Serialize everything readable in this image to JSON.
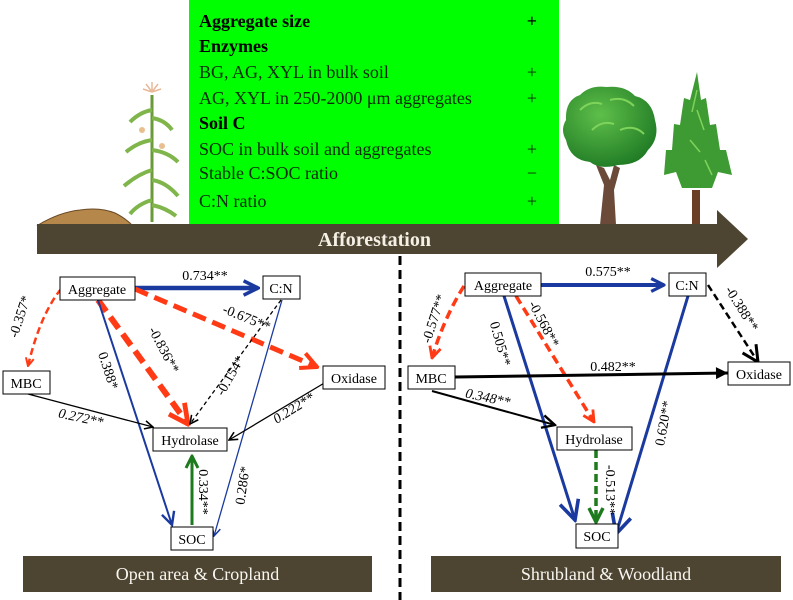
{
  "header_box": {
    "lines": [
      {
        "text": "Aggregate size",
        "sign": "+",
        "bold": true
      },
      {
        "text": "Enzymes",
        "sign": "",
        "bold": true
      },
      {
        "text": "BG, AG, XYL  in bulk soil",
        "sign": "+",
        "bold": false
      },
      {
        "text": "AG, XYL  in 250-2000 μm aggregates",
        "sign": "+",
        "bold": false
      },
      {
        "text": "Soil C",
        "sign": "",
        "bold": true
      },
      {
        "text": "SOC in bulk soil and aggregates",
        "sign": "+",
        "bold": false
      },
      {
        "text": "Stable  C:SOC ratio",
        "sign": "−",
        "bold": false
      },
      {
        "text": "C:N ratio",
        "sign": "+",
        "bold": false
      }
    ]
  },
  "banner": {
    "label": "Afforestation"
  },
  "colors": {
    "positive": "#1a3aa0",
    "negative": "#ff3a14",
    "neutral": "#000000",
    "green_path": "#1d7a1d",
    "banner": "#4d4431",
    "box_bg": "#00ff00"
  },
  "panels": {
    "left": {
      "label": "Open area & Cropland",
      "nodes": {
        "aggregate": "Aggregate",
        "cn": "C:N",
        "mbc": "MBC",
        "oxidase": "Oxidase",
        "hydrolase": "Hydrolase",
        "soc": "SOC"
      },
      "paths": [
        {
          "from": "Aggregate",
          "to": "C:N",
          "coef": "0.734**",
          "sign": "positive",
          "style": "solid"
        },
        {
          "from": "Aggregate",
          "to": "MBC",
          "coef": "-0.357*",
          "sign": "negative",
          "style": "dashed"
        },
        {
          "from": "Aggregate",
          "to": "Hydrolase",
          "coef": "-0.836**",
          "sign": "negative",
          "style": "dashed"
        },
        {
          "from": "Aggregate",
          "to": "Oxidase",
          "coef": "-0.675**",
          "sign": "negative",
          "style": "dashed"
        },
        {
          "from": "Aggregate",
          "to": "SOC",
          "coef": "0.388*",
          "sign": "positive",
          "style": "solid"
        },
        {
          "from": "C:N",
          "to": "Hydrolase",
          "coef": "-0.154*",
          "sign": "neutral",
          "style": "dashed"
        },
        {
          "from": "C:N",
          "to": "SOC",
          "coef": "0.286*",
          "sign": "positive",
          "style": "solid"
        },
        {
          "from": "MBC",
          "to": "Hydrolase",
          "coef": "0.272**",
          "sign": "neutral",
          "style": "solid"
        },
        {
          "from": "Oxidase",
          "to": "Hydrolase",
          "coef": "0.222**",
          "sign": "neutral",
          "style": "solid"
        },
        {
          "from": "SOC",
          "to": "Hydrolase",
          "coef": "0.334**",
          "sign": "green",
          "style": "solid"
        }
      ]
    },
    "right": {
      "label": "Shrubland  & Woodland",
      "nodes": {
        "aggregate": "Aggregate",
        "cn": "C:N",
        "mbc": "MBC",
        "oxidase": "Oxidase",
        "hydrolase": "Hydrolase",
        "soc": "SOC"
      },
      "paths": [
        {
          "from": "Aggregate",
          "to": "C:N",
          "coef": "0.575**",
          "sign": "positive",
          "style": "solid"
        },
        {
          "from": "Aggregate",
          "to": "MBC",
          "coef": "-0.577**",
          "sign": "negative",
          "style": "dashed"
        },
        {
          "from": "Aggregate",
          "to": "Hydrolase",
          "coef": "-0.568**",
          "sign": "negative",
          "style": "dashed"
        },
        {
          "from": "Aggregate",
          "to": "SOC",
          "coef": "0.505**",
          "sign": "positive",
          "style": "solid"
        },
        {
          "from": "C:N",
          "to": "Oxidase",
          "coef": "-0.388**",
          "sign": "neutral",
          "style": "dashed"
        },
        {
          "from": "C:N",
          "to": "SOC",
          "coef": "0.620**",
          "sign": "positive",
          "style": "solid"
        },
        {
          "from": "MBC",
          "to": "Oxidase",
          "coef": "0.482**",
          "sign": "neutral",
          "style": "solid"
        },
        {
          "from": "MBC",
          "to": "Hydrolase",
          "coef": "0.348**",
          "sign": "neutral",
          "style": "solid"
        },
        {
          "from": "Hydrolase",
          "to": "SOC",
          "coef": "-0.513**",
          "sign": "green",
          "style": "dashed"
        }
      ]
    }
  },
  "illustrations": {
    "left": [
      "soil-mound",
      "corn-plant"
    ],
    "right": [
      "deciduous-tree",
      "conifer-tree"
    ]
  }
}
